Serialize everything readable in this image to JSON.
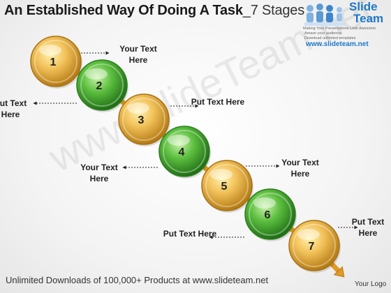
{
  "header": {
    "title": "An Established Way Of Doing A Task",
    "title_suffix": "_7 Stages"
  },
  "brand": {
    "name_line1": "Slide",
    "name_line2": "Team",
    "tagline1": "Making Your Presentations Look Awesome",
    "tagline2": "Amaze your audience",
    "tagline3": "Download unlimited templates",
    "url": "www.slideteam.net"
  },
  "watermark": "www.SlideTeam.net",
  "stages": [
    {
      "number": "1",
      "label": "Your Text Here",
      "color": "gold"
    },
    {
      "number": "2",
      "label": "Put Text Here",
      "color": "green"
    },
    {
      "number": "3",
      "label": "Put Text Here",
      "color": "gold"
    },
    {
      "number": "4",
      "label": "Your Text Here",
      "color": "green"
    },
    {
      "number": "5",
      "label": "Your Text Here",
      "color": "gold"
    },
    {
      "number": "6",
      "label": "Put Text Here",
      "color": "green"
    },
    {
      "number": "7",
      "label": "Put Text Here",
      "color": "gold"
    }
  ],
  "colors": {
    "gold": "#e8b54a",
    "green": "#4caf3a",
    "connector": "#e09a26"
  },
  "footer": {
    "left": "Unlimited Downloads of 100,000+ Products at www.slideteam.net",
    "right": "Your Logo"
  }
}
